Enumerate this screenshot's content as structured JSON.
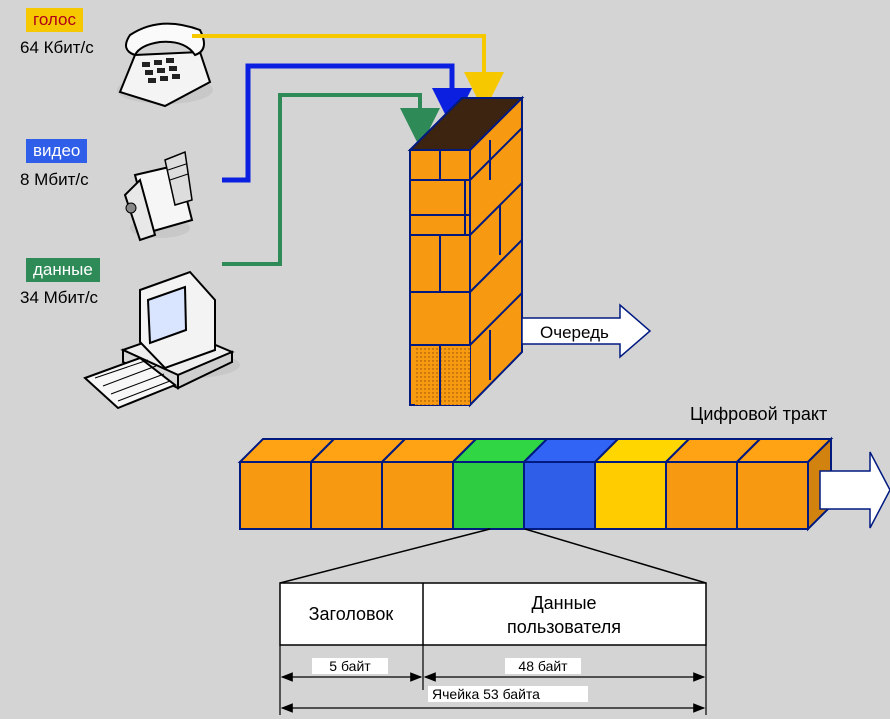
{
  "sources": [
    {
      "label": "голос",
      "rate": "64 Кбит/с",
      "color": "#f5c800",
      "icon": "telephone-icon"
    },
    {
      "label": "видео",
      "rate": "8 Мбит/с",
      "color": "#2f5fe8",
      "icon": "video-camera-icon"
    },
    {
      "label": "данные",
      "rate": "34 Мбит/с",
      "color": "#2e8b57",
      "icon": "computer-icon"
    }
  ],
  "queue_label": "Очередь",
  "channel_label": "Цифровой тракт",
  "cells": [
    {
      "color": "#f79a12"
    },
    {
      "color": "#f79a12"
    },
    {
      "color": "#f79a12"
    },
    {
      "color": "#2ecc40"
    },
    {
      "color": "#2f5fe8"
    },
    {
      "color": "#ffcc00"
    },
    {
      "color": "#f79a12"
    },
    {
      "color": "#f79a12"
    }
  ],
  "cell_structure": {
    "header_label": "Заголовок",
    "payload_label_line1": "Данные",
    "payload_label_line2": "пользователя",
    "header_size": "5 байт",
    "payload_size": "48 байт",
    "total_size": "Ячейка 53 байта"
  }
}
